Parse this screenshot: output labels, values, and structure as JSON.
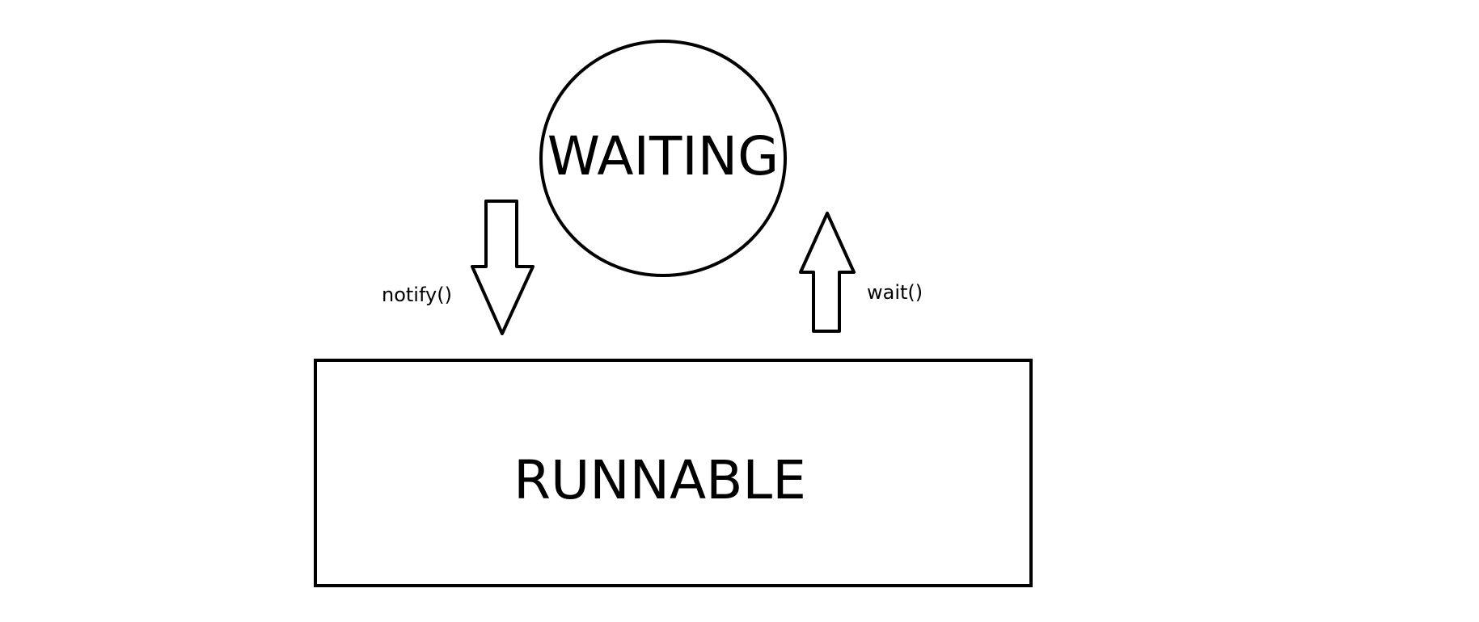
{
  "diagram": {
    "states": {
      "waiting": {
        "label": "WAITING",
        "shape": "circle"
      },
      "runnable": {
        "label": "RUNNABLE",
        "shape": "rectangle"
      }
    },
    "transitions": {
      "notify": {
        "label": "notify()",
        "from": "WAITING",
        "to": "RUNNABLE",
        "direction": "down"
      },
      "wait": {
        "label": "wait()",
        "from": "RUNNABLE",
        "to": "WAITING",
        "direction": "up"
      }
    },
    "colors": {
      "stroke": "#000000",
      "background": "#ffffff"
    }
  }
}
